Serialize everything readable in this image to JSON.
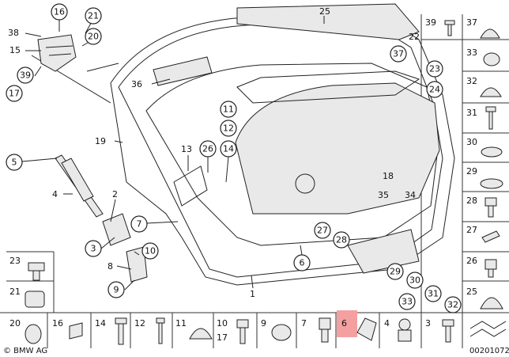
{
  "diagram": {
    "callouts": [
      "16",
      "21",
      "38",
      "20",
      "15",
      "39",
      "17",
      "25",
      "22",
      "36",
      "11",
      "12",
      "19",
      "5",
      "13",
      "26",
      "14",
      "4",
      "2",
      "7",
      "10",
      "3",
      "8",
      "9",
      "18",
      "35",
      "34",
      "27",
      "28",
      "6",
      "1",
      "29",
      "30",
      "31",
      "33",
      "32",
      "23",
      "37",
      "24"
    ],
    "grid_top_items": [
      "39",
      "37",
      "33",
      "32",
      "31",
      "30",
      "29",
      "28",
      "27",
      "26",
      "25"
    ],
    "grid_left_items": [
      "23",
      "21"
    ],
    "grid_bottom_items": [
      "20",
      "16",
      "14",
      "12",
      "11",
      "10",
      "17",
      "9",
      "7",
      "6",
      "4",
      "3"
    ],
    "highlight": "6",
    "brand": "© BMW AG",
    "code": "00201072",
    "colors": {
      "highlight": "#f4a0a0"
    }
  }
}
